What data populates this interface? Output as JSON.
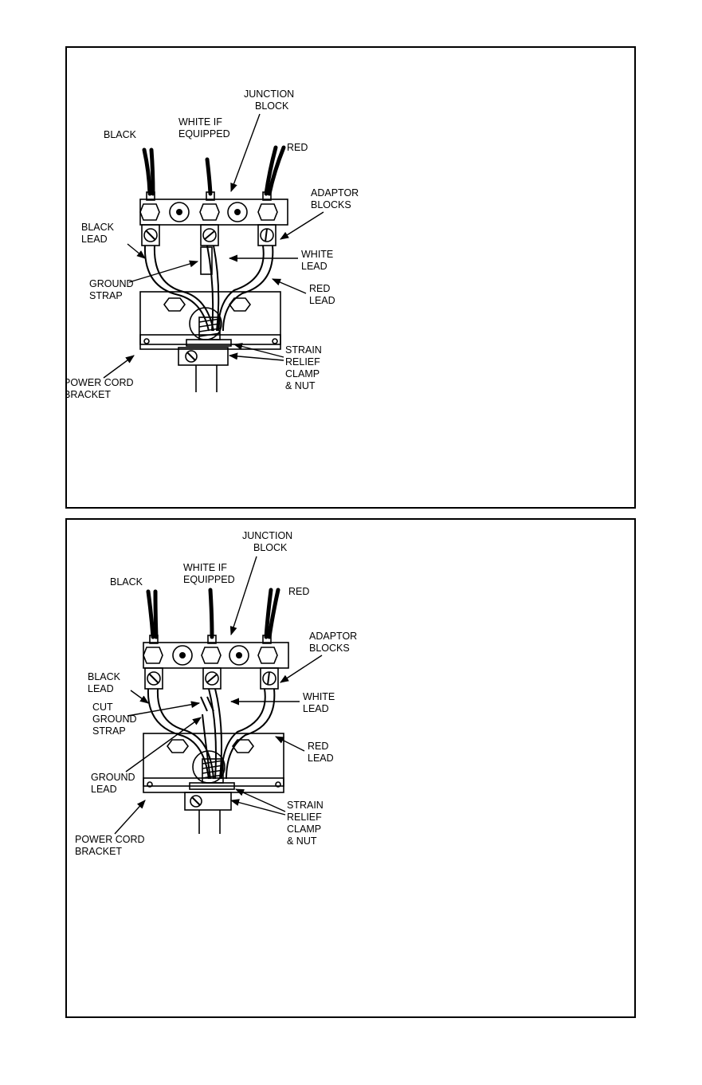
{
  "colors": {
    "ink": "#000000",
    "paper": "#ffffff"
  },
  "diagram_1": {
    "labels": {
      "black": "BLACK",
      "white_if_1": "WHITE IF",
      "white_if_2": "EQUIPPED",
      "junction_1": "JUNCTION",
      "junction_2": "BLOCK",
      "red": "RED",
      "adaptor_1": "ADAPTOR",
      "adaptor_2": "BLOCKS",
      "black_lead_1": "BLACK",
      "black_lead_2": "LEAD",
      "white_lead_1": "WHITE",
      "white_lead_2": "LEAD",
      "ground_strap_1": "GROUND",
      "ground_strap_2": "STRAP",
      "red_lead_1": "RED",
      "red_lead_2": "LEAD",
      "strain_1": "STRAIN",
      "strain_2": "RELIEF",
      "strain_3": "CLAMP",
      "strain_4": "& NUT",
      "bracket_1": "POWER CORD",
      "bracket_2": "BRACKET"
    }
  },
  "diagram_2": {
    "labels": {
      "black": "BLACK",
      "white_if_1": "WHITE IF",
      "white_if_2": "EQUIPPED",
      "junction_1": "JUNCTION",
      "junction_2": "BLOCK",
      "red": "RED",
      "adaptor_1": "ADAPTOR",
      "adaptor_2": "BLOCKS",
      "black_lead_1": "BLACK",
      "black_lead_2": "LEAD",
      "white_lead_1": "WHITE",
      "white_lead_2": "LEAD",
      "cut_1": "CUT",
      "cut_2": "GROUND",
      "cut_3": "STRAP",
      "red_lead_1": "RED",
      "red_lead_2": "LEAD",
      "ground_lead_1": "GROUND",
      "ground_lead_2": "LEAD",
      "strain_1": "STRAIN",
      "strain_2": "RELIEF",
      "strain_3": "CLAMP",
      "strain_4": "& NUT",
      "bracket_1": "POWER CORD",
      "bracket_2": "BRACKET"
    }
  }
}
